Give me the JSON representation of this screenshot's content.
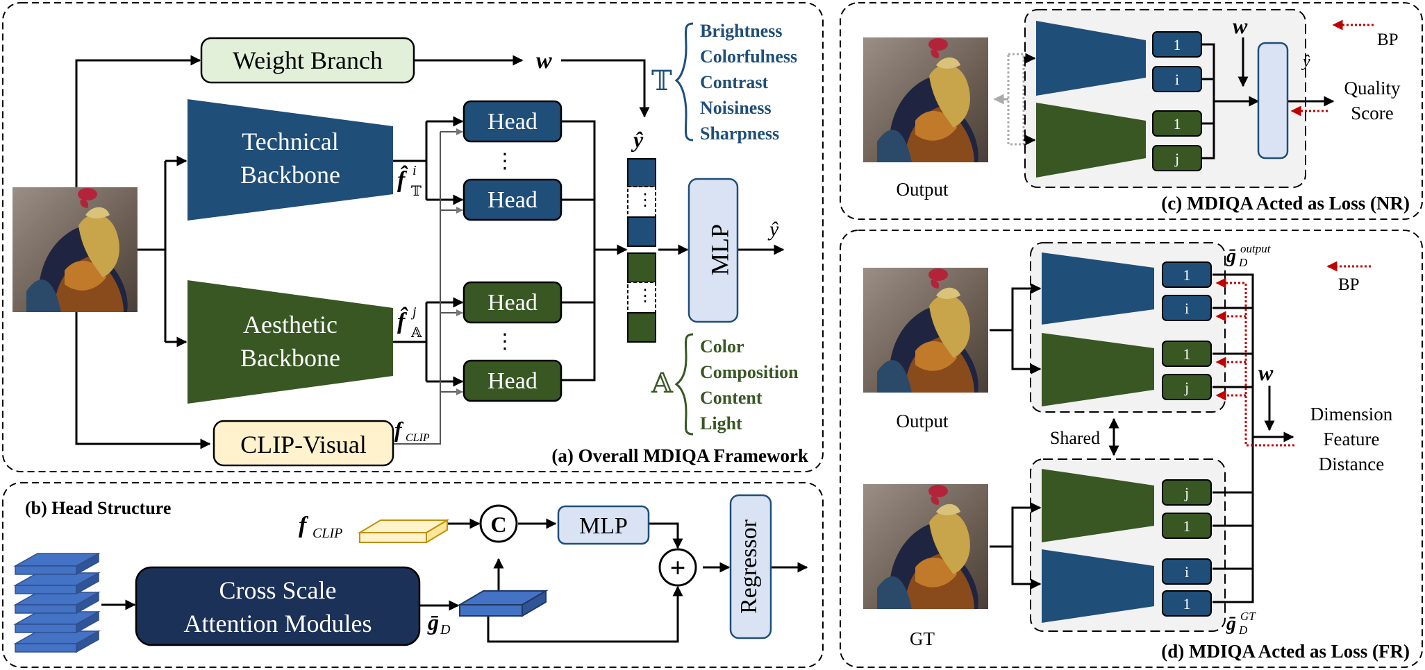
{
  "colors": {
    "tech_blue": "#1f4e79",
    "aes_green": "#385723",
    "weight_fill": "#e2f0d9",
    "clip_fill": "#fff2cc",
    "mlp_fill": "#dae3f3",
    "navy": "#1b3158",
    "bp_red": "#c00000",
    "panel_gray": "#f2f2f2",
    "stack_blue": "#4472c4"
  },
  "icons": {
    "input_image": "rooster-photo",
    "concat": "concat-circle-C",
    "add": "plus-circle"
  },
  "panel_a": {
    "caption": "(a) Overall MDIQA Framework",
    "weight_branch": "Weight Branch",
    "w_symbol": "w",
    "tech_backbone": [
      "Technical",
      "Backbone"
    ],
    "aes_backbone": [
      "Aesthetic",
      "Backbone"
    ],
    "clip_visual": "CLIP-Visual",
    "head": "Head",
    "ellipsis": "⋮",
    "mlp": "MLP",
    "y_hat": "ŷ",
    "f_tech": "f̂",
    "f_tech_sup": "i",
    "f_tech_sub": "𝕋",
    "f_aes": "f̂",
    "f_aes_sup": "j",
    "f_aes_sub": "𝔸",
    "f_clip": "f",
    "f_clip_sub": "CLIP",
    "tech_set_symbol": "𝕋",
    "tech_dims": [
      "Brightness",
      "Colorfulness",
      "Contrast",
      "Noisiness",
      "Sharpness"
    ],
    "aes_set_symbol": "𝔸",
    "aes_dims": [
      "Color",
      "Composition",
      "Content",
      "Light"
    ]
  },
  "panel_b": {
    "title": "(b) Head Structure",
    "f_clip": "f",
    "f_clip_sub": "CLIP",
    "concat_symbol": "C",
    "mlp": "MLP",
    "plus_symbol": "+",
    "regressor": "Regressor",
    "cross_scale": [
      "Cross Scale",
      "Attention Modules"
    ],
    "g_d": "ḡ",
    "g_d_sub": "D"
  },
  "panel_c": {
    "caption": "(c) MDIQA Acted as Loss (NR)",
    "output_label": "Output",
    "w_symbol": "w",
    "y_hat": "ŷ",
    "bp": "BP",
    "quality_score": [
      "Quality",
      "Score"
    ],
    "head_labels": [
      "1",
      "i",
      "1",
      "j"
    ]
  },
  "panel_d": {
    "caption": "(d) MDIQA Acted as Loss (FR)",
    "output_label": "Output",
    "gt_label": "GT",
    "shared": "Shared",
    "bp": "BP",
    "w_symbol": "w",
    "dimension": [
      "Dimension",
      "Feature",
      "Distance"
    ],
    "g_output": "ḡ",
    "g_output_sub": "D",
    "g_output_sup": "output",
    "g_gt": "ḡ",
    "g_gt_sub": "D",
    "g_gt_sup": "GT",
    "top_heads": [
      "1",
      "i",
      "1",
      "j"
    ],
    "bottom_heads": [
      "j",
      "1",
      "i",
      "1"
    ]
  }
}
